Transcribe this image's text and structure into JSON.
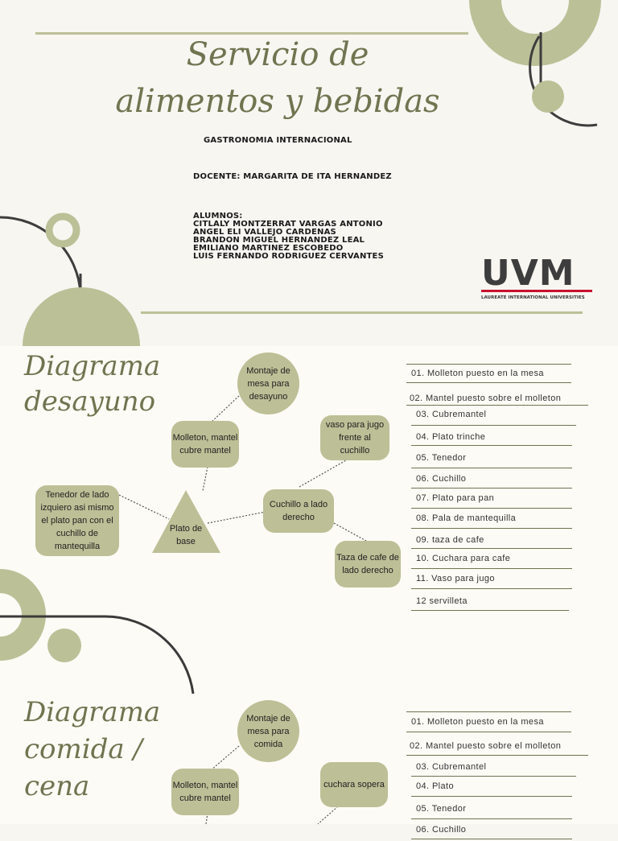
{
  "header": {
    "title_line1": "Servicio de",
    "title_line2": "alimentos y bebidas",
    "course": "GASTRONOMIA INTERNACIONAL",
    "teacher": "DOCENTE: MARGARITA DE ITA HERNANDEZ",
    "students_label": "ALUMNOS:",
    "students": [
      "CITLALY MONTZERRAT VARGAS ANTONIO",
      "ANGEL ELI VALLEJO CARDENAS",
      "BRANDON MIGUEL HERNANDEZ LEAL",
      "EMILIANO MARTINEZ ESCOBEDO",
      "LUIS FERNANDO RODRIGUEZ CERVANTES"
    ],
    "logo_text": "UVM",
    "logo_sub": "LAUREATE INTERNATIONAL UNIVERSITIES"
  },
  "breakfast": {
    "title_line1": "Diagrama",
    "title_line2": "desayuno",
    "nodes": {
      "montaje": "Montaje de mesa para desayuno",
      "molleton": "Molleton, mantel cubre mantel",
      "vaso": "vaso para jugo frente al cuchillo",
      "tenedor": "Tenedor de lado izquiero asi mismo el plato pan con el cuchillo de mantequilla",
      "plato": "Plato de base",
      "cuchillo": "Cuchillo a lado derecho",
      "taza": "Taza de cafe de lado derecho"
    },
    "items": [
      "01. Molleton puesto en la mesa",
      "02. Mantel puesto sobre el molleton",
      "03. Cubremantel",
      "04. Plato trinche",
      "05. Tenedor",
      "06. Cuchillo",
      "07. Plato para pan",
      "08. Pala de mantequilla",
      "09. taza de cafe",
      "10. Cuchara para cafe",
      "11. Vaso para jugo",
      "12 servilleta"
    ]
  },
  "dinner": {
    "title_line1": "Diagrama",
    "title_line2": "comida /",
    "title_line3": "cena",
    "nodes": {
      "montaje": "Montaje de mesa para comida",
      "molleton": "Molleton, mantel cubre mantel",
      "cuchara": "cuchara sopera"
    },
    "items": [
      "01. Molleton puesto en la mesa",
      "02. Mantel puesto sobre el molleton",
      "03. Cubremantel",
      "04. Plato",
      "05. Tenedor",
      "06. Cuchillo"
    ]
  },
  "colors": {
    "olive": "#bdbf96",
    "olive_dark": "#6f7550",
    "line": "#3a3a3a"
  }
}
